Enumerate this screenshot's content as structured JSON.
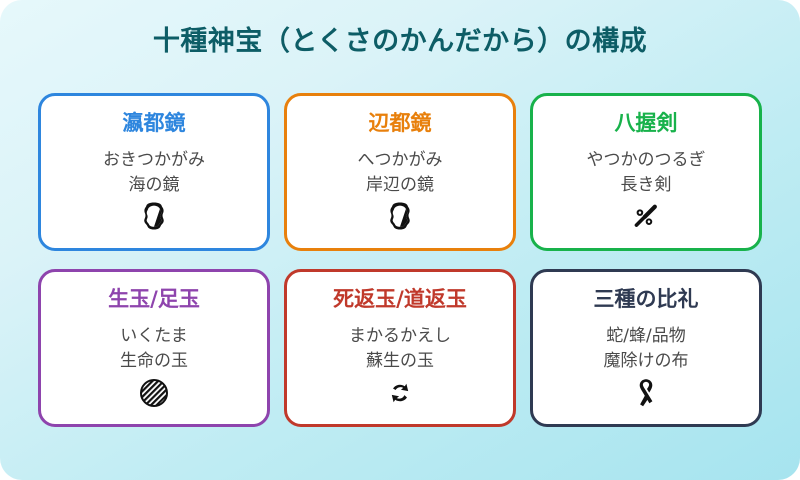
{
  "page": {
    "title": "十種神宝（とくさのかんだから）の構成",
    "title_color": "#0d5d66",
    "background_from": "#e6f8fb",
    "background_to": "#a6e4ef"
  },
  "cards": [
    {
      "title": "瀛都鏡",
      "reading": "おきつかがみ",
      "meaning": "海の鏡",
      "icon": "hand-mirror-icon",
      "accent": "#2e86de"
    },
    {
      "title": "辺都鏡",
      "reading": "へつかがみ",
      "meaning": "岸辺の鏡",
      "icon": "hand-mirror-icon",
      "accent": "#e8800c"
    },
    {
      "title": "八握剣",
      "reading": "やつかのつるぎ",
      "meaning": "長き剣",
      "icon": "dagger-icon",
      "accent": "#18b24b"
    },
    {
      "title": "生玉/足玉",
      "reading": "いくたま",
      "meaning": "生命の玉",
      "icon": "orb-icon",
      "accent": "#8e44ad"
    },
    {
      "title": "死返玉/道返玉",
      "reading": "まかるかえし",
      "meaning": "蘇生の玉",
      "icon": "cycle-arrows-icon",
      "accent": "#c0392b"
    },
    {
      "title": "三種の比礼",
      "reading": "蛇/蜂/品物",
      "meaning": "魔除けの布",
      "icon": "ribbon-icon",
      "accent": "#2f3a52"
    }
  ]
}
